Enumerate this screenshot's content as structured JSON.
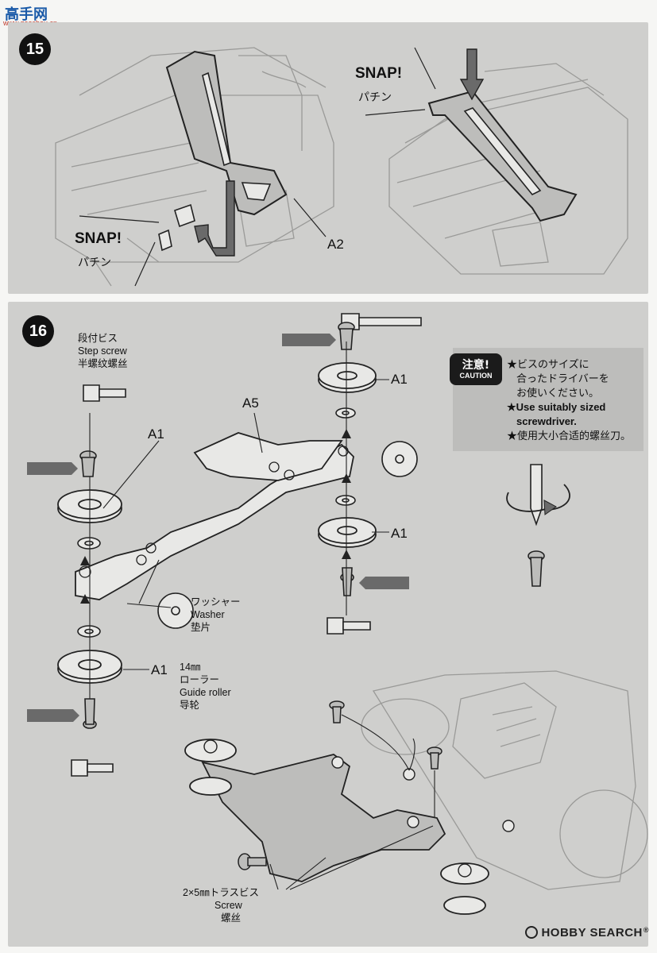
{
  "watermark_top": {
    "title": "高手网",
    "url": "www.gaoshou.cn"
  },
  "step15": {
    "number": "15",
    "snap_left": "SNAP!",
    "snap_left_jp": "パチン",
    "snap_right": "SNAP!",
    "snap_right_jp": "パチン",
    "part_label": "A2"
  },
  "step16": {
    "number": "16",
    "step_screw": {
      "jp": "段付ビス",
      "en": "Step screw",
      "zh": "半螺纹螺丝"
    },
    "part_labels": {
      "a1_top_right": "A1",
      "a1_mid_right": "A1",
      "a1_left_top": "A1",
      "a1_left_bottom": "A1",
      "a5": "A5"
    },
    "washer": {
      "jp": "ワッシャー",
      "en": "Washer",
      "zh": "垫片"
    },
    "guide_roller": {
      "size": "14㎜",
      "jp": "ローラー",
      "en": "Guide roller",
      "zh": "导轮"
    },
    "screw": {
      "jp": "2×5㎜トラスビス",
      "en": "Screw",
      "zh": "螺丝"
    },
    "caution": {
      "badge_jp": "注意!",
      "badge_en": "CAUTION",
      "line1": "★ビスのサイズに",
      "line2": "合ったドライバーを",
      "line3": "お使いください。",
      "line4": "★Use suitably sized",
      "line5": "screwdriver.",
      "line6": "★使用大小合适的螺丝刀。"
    }
  },
  "watermark_bottom": {
    "text": "HOBBY SEARCH",
    "reg": "®"
  },
  "colors": {
    "panel": "#cfcfcd",
    "badge": "#1b1b1b",
    "caution_box": "#bdbdbb",
    "accent_arrow": "#6a6a6a"
  }
}
